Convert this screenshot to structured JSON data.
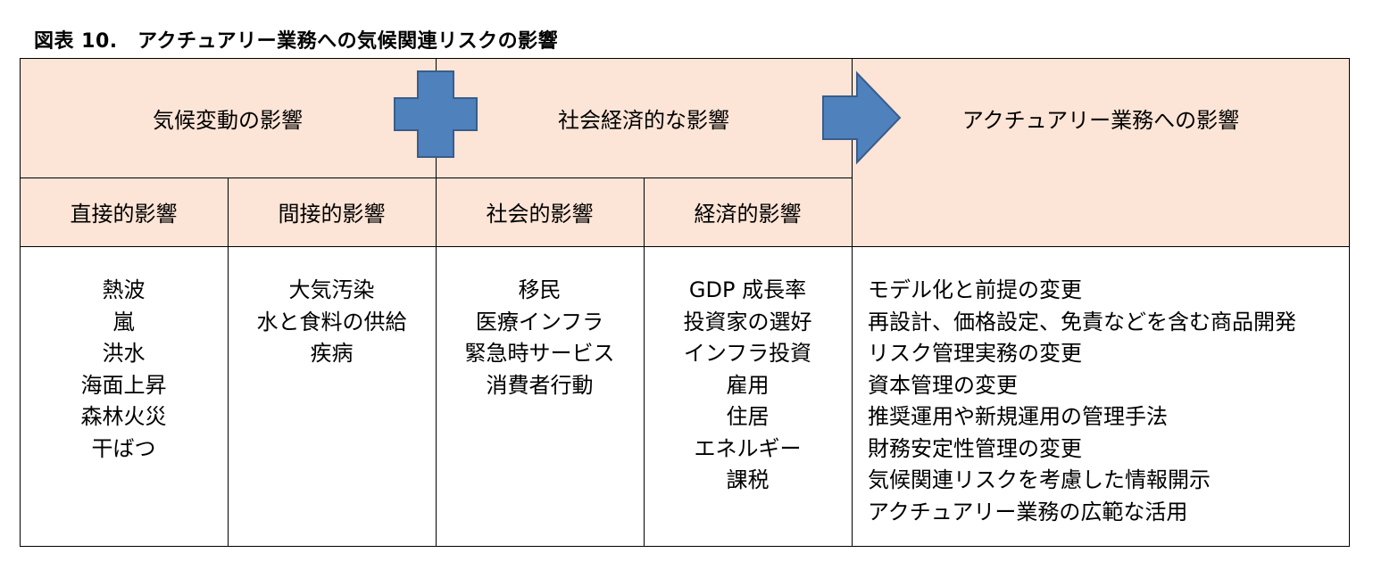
{
  "title": "図表 10.　アクチュアリー業務への気候関連リスクの影響",
  "header": {
    "climate": "気候変動の影響",
    "socioeconomic": "社会経済的な影響",
    "actuarial": "アクチュアリー業務への影響"
  },
  "subheader": {
    "direct": "直接的影響",
    "indirect": "間接的影響",
    "social": "社会的影響",
    "economic": "経済的影響"
  },
  "columns": {
    "direct": [
      "熱波",
      "嵐",
      "洪水",
      "海面上昇",
      "森林火災",
      "干ばつ"
    ],
    "indirect": [
      "大気汚染",
      "水と食料の供給",
      "疾病"
    ],
    "social": [
      "移民",
      "医療インフラ",
      "緊急時サービス",
      "消費者行動"
    ],
    "economic": [
      "GDP 成長率",
      "投資家の選好",
      "インフラ投資",
      "雇用",
      "住居",
      "エネルギー",
      "課税"
    ],
    "actuarial": [
      "モデル化と前提の変更",
      "再設計、価格設定、免責などを含む商品開発",
      "リスク管理実務の変更",
      "資本管理の変更",
      "推奨運用や新規運用の管理手法",
      "財務安定性管理の変更",
      "気候関連リスクを考慮した情報開示",
      "アクチュアリー業務の広範な活用"
    ]
  },
  "colors": {
    "header_fill": "#fce4d6",
    "shape_fill": "#4f81bd",
    "shape_border": "#385d8a"
  },
  "icons": {
    "plus": "plus-icon",
    "arrow": "right-arrow-icon"
  }
}
